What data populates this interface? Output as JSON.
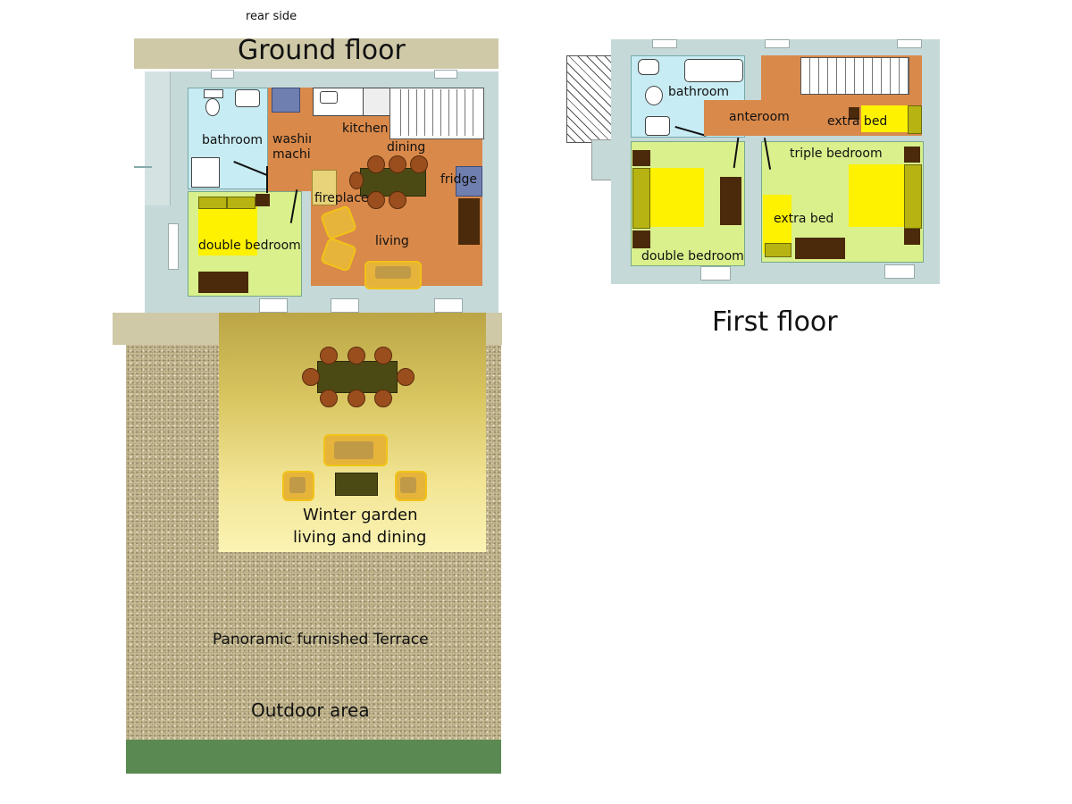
{
  "header": {
    "rear_side": "rear side"
  },
  "ground_floor": {
    "title": "Ground floor",
    "rooms": {
      "bathroom": "bathroom",
      "washing_machine": "washing\nmachine",
      "kitchen": "kitchen",
      "dining": "dining",
      "fridge": "fridge",
      "fireplace": "fireplace",
      "living": "living",
      "double_bedroom": "double bedroom"
    }
  },
  "first_floor": {
    "title": "First floor",
    "rooms": {
      "bathroom": "bathroom",
      "anteroom": "anteroom",
      "extra_bed_top": "extra bed",
      "triple_bedroom": "triple bedroom",
      "extra_bed_left": "extra bed",
      "double_bedroom": "double bedroom"
    }
  },
  "outdoor": {
    "winter_garden_line1": "Winter garden",
    "winter_garden_line2": "living and dining",
    "terrace": "Panoramic furnished Terrace",
    "outdoor_area": "Outdoor area"
  },
  "colors": {
    "wall": "#c5d9d9",
    "beige_band": "#cfc9a8",
    "bathroom": "#c8ecf3",
    "orange_floor": "#d9894a",
    "bedroom_green": "#d9f08c",
    "bed_yellow": "#fff200",
    "dark_furniture": "#4a2a0a",
    "grass": "#5a8a52"
  }
}
